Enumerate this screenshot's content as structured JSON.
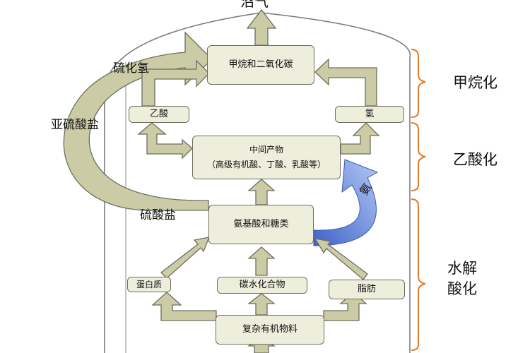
{
  "top_label": "沼气",
  "boxes": {
    "methane_co2": "甲烷和二氧化碳",
    "acetic_acid": "乙酸",
    "hydrogen": "氢",
    "intermediates_title": "中间产物",
    "intermediates_detail": "（高级有机酸、丁酸、乳酸等）",
    "amino_sugars": "氨基酸和糖类",
    "protein": "蛋白质",
    "carbohydrate": "碳水化合物",
    "fat": "脂肪",
    "organic_matter": "复杂有机物料"
  },
  "flow_labels": {
    "h2s": "硫化氢",
    "sulfite": "亚硫酸盐",
    "sulfate": "硫酸盐",
    "ammonia": "氨"
  },
  "stages": {
    "methanation": "甲烷化",
    "acetogenesis": "乙酸化",
    "hydrolysis_line1": "水解",
    "hydrolysis_line2": "酸化"
  },
  "colors": {
    "arrow_fill": "#cbcba6",
    "arrow_stroke": "#6e6e5e",
    "box_fill": "#eeeedd",
    "ammonia_arrow": "#7a9ee8",
    "bracket": "#e07b2a",
    "vessel_line": "#777777"
  }
}
